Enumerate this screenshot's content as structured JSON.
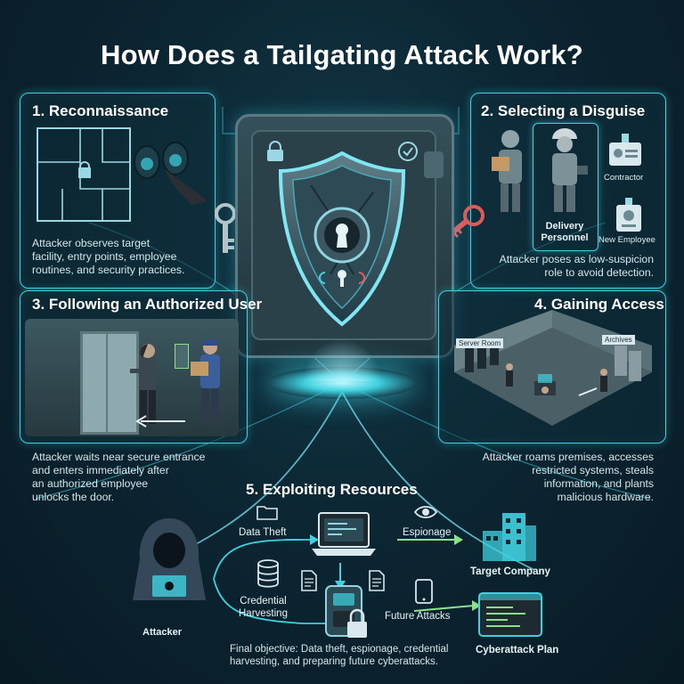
{
  "title": "How Does a Tailgating Attack Work?",
  "steps": [
    {
      "title": "1. Reconnaissance",
      "desc": [
        "Attacker observes target",
        "facility, entry points, employee",
        "routines, and security practices."
      ]
    },
    {
      "title": "2. Selecting a Disguise",
      "desc": [
        "Attacker poses as low-suspicion",
        "role to avoid detection."
      ]
    },
    {
      "title": "3. Following an Authorized User",
      "desc": [
        "Attacker waits near secure entrance",
        "and enters immediately after",
        "an authorized employee",
        "unlocks the door."
      ]
    },
    {
      "title": "4. Gaining Access",
      "desc": [
        "Attacker roams premises, accesses",
        "restricted systems, steals",
        "information, and plants",
        "malicious hardware."
      ]
    },
    {
      "title": "5. Exploiting Resources"
    }
  ],
  "disguise": {
    "delivery": [
      "Delivery",
      "Personnel"
    ],
    "contractor": "Contractor",
    "new_employee": "New Employee"
  },
  "rooms": {
    "server": "Server Room",
    "archives": "Archives"
  },
  "exploit": {
    "attacker": "Attacker",
    "data_theft": "Data Theft",
    "espionage": "Espionage",
    "credential": [
      "Credential",
      "Harvesting"
    ],
    "future": "Future Attacks",
    "target": "Target Company",
    "plan": "Cyberattack Plan",
    "final": [
      "Final objective: Data theft, espionage, credential",
      "harvesting, and preparing future cyberattacks."
    ]
  },
  "colors": {
    "accent": "#3fd1e0",
    "background": "#0c2633",
    "arrow_green": "#8be08a",
    "key": "#e05a5a"
  }
}
